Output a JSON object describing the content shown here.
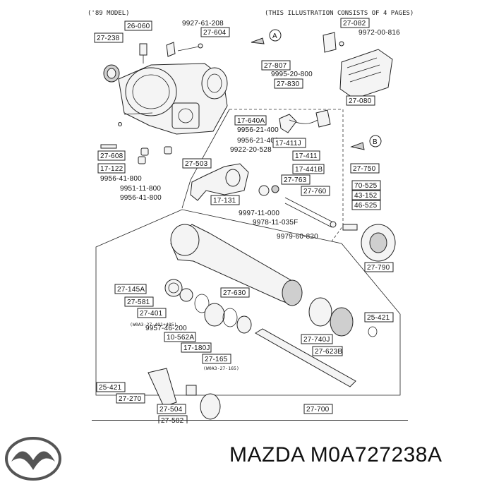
{
  "header": {
    "model": "('89 MODEL)",
    "note": "(THIS ILLUSTRATION CONSISTS OF 4 PAGES)"
  },
  "view_markers": {
    "a": "A",
    "b": "B"
  },
  "part_labels": [
    "26-060",
    "27-238",
    "9927-61-208",
    "27-604",
    "27-082",
    "9972-00-816",
    "27-807",
    "9995-20-800",
    "27-830",
    "27-080",
    "17-640A",
    "9956-21-400",
    "9956-21-400",
    "9922-20-528",
    "17-411J",
    "17-411",
    "17-441B",
    "27-608",
    "17-122",
    "9956-41-800",
    "9951-11-800",
    "9956-41-800",
    "27-503",
    "27-763",
    "27-750",
    "27-760",
    "17-131",
    "70-525",
    "43-152",
    "46-525",
    "9997-11-000",
    "9978-11-035F",
    "9979-60-820",
    "27-790",
    "27-630",
    "27-145A",
    "27-581",
    "27-401",
    "9957-46-200",
    "10-562A",
    "17-180J",
    "27-165",
    "27-740J",
    "27-623B",
    "25-421",
    "25-421",
    "27-270",
    "27-504",
    "27-582",
    "27-700"
  ],
  "kit_notes": [
    "(W0A3-27-401+405)",
    "(W0A3-27-165)"
  ],
  "caption": {
    "brand": "MAZDA",
    "part_number": "M0A727238A"
  }
}
